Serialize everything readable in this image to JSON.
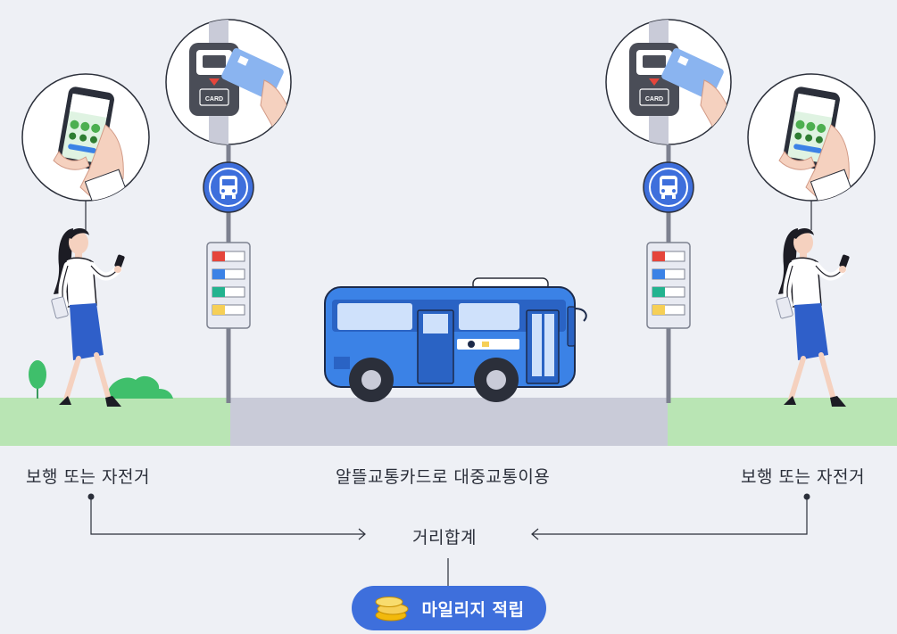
{
  "card_text": "CARD",
  "labels": {
    "left_walk": "보행 또는 자전거",
    "center_transit": "알뜰교통카드로 대중교통이용",
    "right_walk": "보행 또는 자전거",
    "total_distance": "거리합계",
    "mileage_button": "마일리지 적립"
  },
  "colors": {
    "background": "#eef0f5",
    "grass": "#b9e5b4",
    "road": "#c9cbd8",
    "bus_blue": "#3b82e6",
    "accent_blue": "#3e6fdc",
    "skirt_blue": "#2f5fc9",
    "status_red": "#e5453b",
    "status_blue": "#3b82e6",
    "status_teal": "#23b38f",
    "status_yellow": "#f6cf56"
  },
  "icons": [
    "phone-app-icon",
    "card-reader-icon",
    "bus-stop-sign-icon",
    "bus-icon",
    "coin-stack-icon",
    "arrow-right-icon",
    "arrow-left-icon"
  ]
}
